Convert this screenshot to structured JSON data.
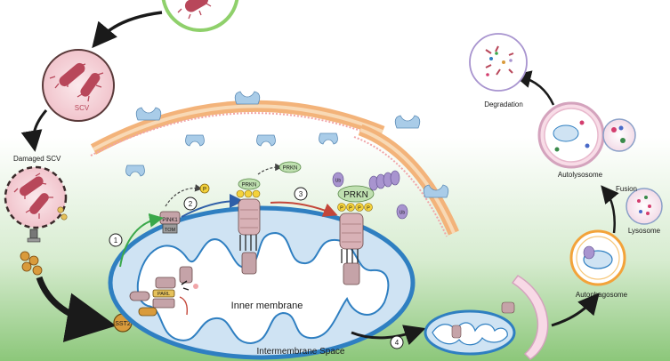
{
  "labels": {
    "scv": "SCV",
    "damaged_scv": "Damaged SCV",
    "prkn_small": "PRKN",
    "prkn_large": "PRKN",
    "p": "P",
    "ub": "Ub",
    "pink1": "PINK1",
    "tom": "TOM",
    "parl": "PARL",
    "sst2": "SST2",
    "inner_membrane": "Inner membrane",
    "intermembrane_space": "Intermembrane Space",
    "autophagosome": "Autophagosome",
    "lysosome": "Lysosome",
    "fusion": "Fusion",
    "autolysosome": "Autolysosome",
    "degradation": "Degradation"
  },
  "steps": [
    "1",
    "2",
    "3",
    "4"
  ],
  "colors": {
    "background_gradient_bottom": "#8cc77a",
    "bacteria": "#b8475a",
    "mito_outer": "#2f7fc1",
    "mito_fill": "#cfe3f3",
    "membrane": "#f3b37a",
    "green_arrow": "#3aa84a",
    "blue_arrow": "#2f5fa8",
    "red_arrow": "#c4473a",
    "prkn": "#bfe0b0",
    "phospho": "#f4d23b",
    "ubiquitin": "#a894cf"
  }
}
